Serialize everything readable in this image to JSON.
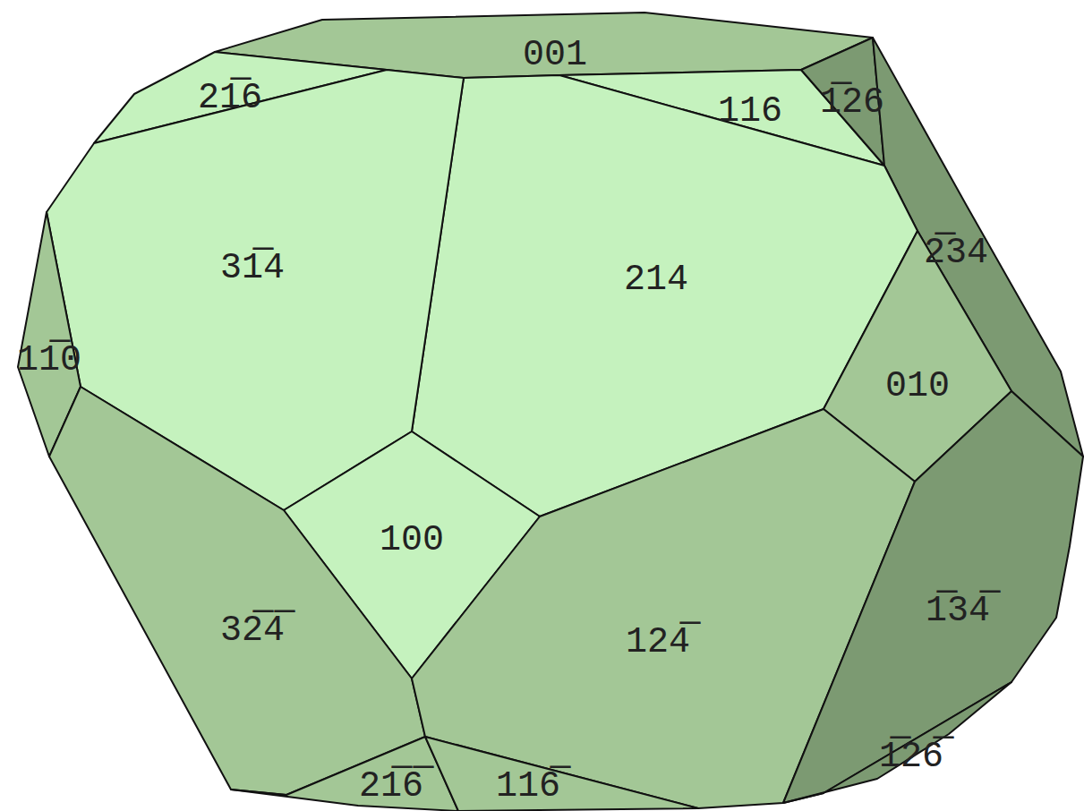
{
  "diagram": {
    "labels": [
      "001",
      "21̅6",
      "116",
      "1̅26",
      "31̅4",
      "214",
      "2̅34",
      "11̅0",
      "010",
      "100",
      "32̅4̅",
      "124̅",
      "1̅34̅",
      "1̅26̅",
      "21̅6̅",
      "116̅"
    ]
  }
}
